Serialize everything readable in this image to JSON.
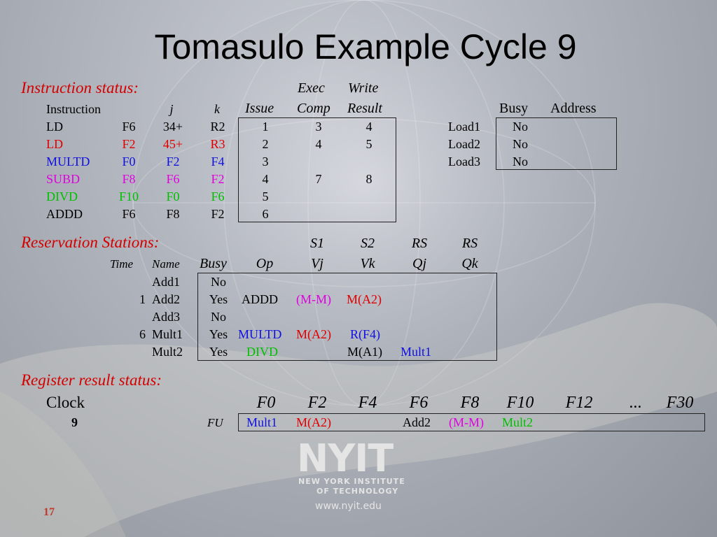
{
  "title": "Tomasulo Example Cycle 9",
  "colors": {
    "red": "#e00000",
    "blue": "#1010e0",
    "magenta": "#e000e0",
    "green": "#00c000",
    "section": "#d40000"
  },
  "instruction_status": {
    "label": "Instruction status:",
    "head_exec": "Exec",
    "head_write": "Write",
    "columns": [
      "Instruction",
      "j",
      "k",
      "Issue",
      "Comp",
      "Result"
    ],
    "rows": [
      {
        "instr": "LD",
        "dest": "F6",
        "j": "34+",
        "k": "R2",
        "issue": "1",
        "comp": "3",
        "result": "4",
        "color": "black"
      },
      {
        "instr": "LD",
        "dest": "F2",
        "j": "45+",
        "k": "R3",
        "issue": "2",
        "comp": "4",
        "result": "5",
        "color": "red"
      },
      {
        "instr": "MULTD",
        "dest": "F0",
        "j": "F2",
        "k": "F4",
        "issue": "3",
        "comp": "",
        "result": "",
        "color": "blue"
      },
      {
        "instr": "SUBD",
        "dest": "F8",
        "j": "F6",
        "k": "F2",
        "issue": "4",
        "comp": "7",
        "result": "8",
        "color": "magenta"
      },
      {
        "instr": "DIVD",
        "dest": "F10",
        "j": "F0",
        "k": "F6",
        "issue": "5",
        "comp": "",
        "result": "",
        "color": "green"
      },
      {
        "instr": "ADDD",
        "dest": "F6",
        "j": "F8",
        "k": "F2",
        "issue": "6",
        "comp": "",
        "result": "",
        "color": "black"
      }
    ]
  },
  "load_buffers": {
    "columns": [
      "Busy",
      "Address"
    ],
    "rows": [
      {
        "name": "Load1",
        "busy": "No",
        "address": ""
      },
      {
        "name": "Load2",
        "busy": "No",
        "address": ""
      },
      {
        "name": "Load3",
        "busy": "No",
        "address": ""
      }
    ]
  },
  "reservation_stations": {
    "label": "Reservation Stations:",
    "head_top": [
      "S1",
      "S2",
      "RS",
      "RS"
    ],
    "columns": [
      "Time",
      "Name",
      "Busy",
      "Op",
      "Vj",
      "Vk",
      "Qj",
      "Qk"
    ],
    "rows": [
      {
        "time": "",
        "name": "Add1",
        "busy": "No",
        "op": "",
        "vj": "",
        "vk": "",
        "qj": "",
        "qk": ""
      },
      {
        "time": "1",
        "name": "Add2",
        "busy": "Yes",
        "op": "ADDD",
        "vj": "(M-M)",
        "vk": "M(A2)",
        "qj": "",
        "qk": ""
      },
      {
        "time": "",
        "name": "Add3",
        "busy": "No",
        "op": "",
        "vj": "",
        "vk": "",
        "qj": "",
        "qk": ""
      },
      {
        "time": "6",
        "name": "Mult1",
        "busy": "Yes",
        "op": "MULTD",
        "vj": "M(A2)",
        "vk": "R(F4)",
        "qj": "",
        "qk": ""
      },
      {
        "time": "",
        "name": "Mult2",
        "busy": "Yes",
        "op": "DIVD",
        "vj": "",
        "vk": "M(A1)",
        "qj": "Mult1",
        "qk": ""
      }
    ]
  },
  "register_result_status": {
    "label": "Register result status:",
    "clock_label": "Clock",
    "clock": "9",
    "fu_label": "FU",
    "registers": [
      "F0",
      "F2",
      "F4",
      "F6",
      "F8",
      "F10",
      "F12",
      "...",
      "F30"
    ],
    "fu": [
      "Mult1",
      "M(A2)",
      "",
      "Add2",
      "(M-M)",
      "Mult2",
      "",
      "",
      ""
    ]
  },
  "logo": {
    "name": "NYIT",
    "line1": "New York Institute",
    "line2": "of Technology",
    "url": "www.nyit.edu"
  },
  "slide_number": "17"
}
